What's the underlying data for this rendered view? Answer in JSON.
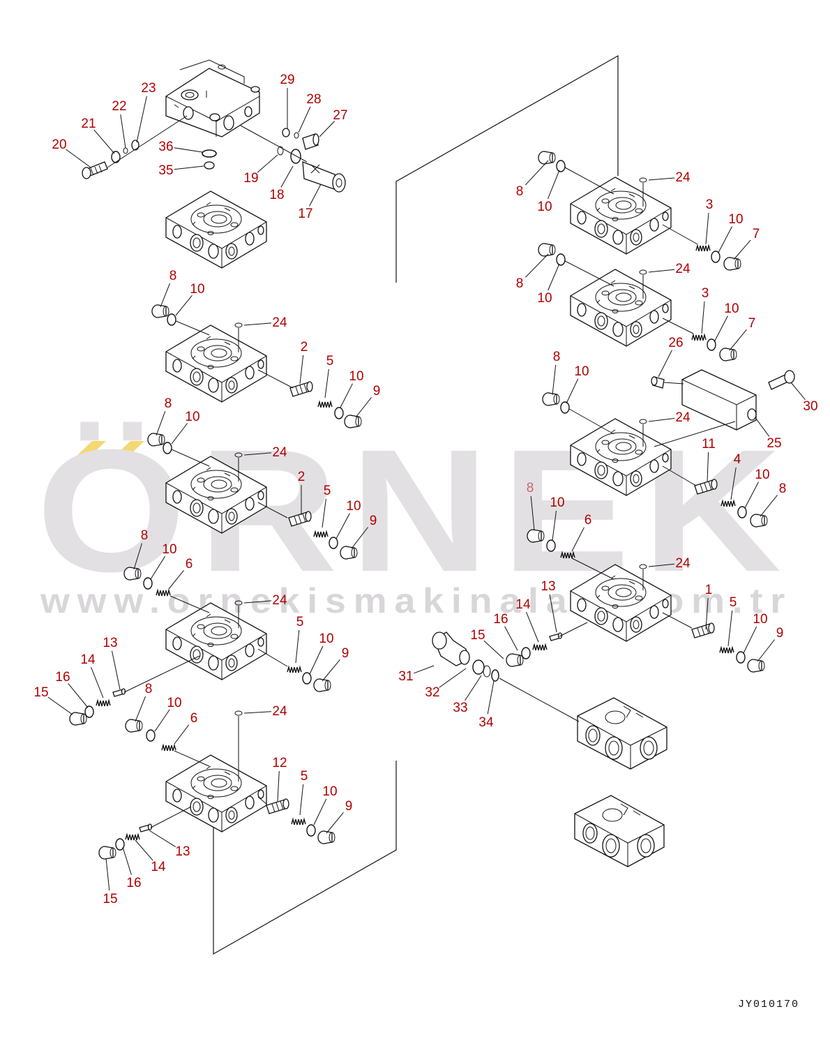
{
  "watermark": {
    "brand": "ÖRNEK",
    "url": "www.ornekismakinalari.com.tr",
    "accent_color": "#f5d873",
    "text_color": "#e0dde0"
  },
  "drawing_code": "JY010170",
  "label_color": "#b00000",
  "callouts": [
    {
      "id": "c01",
      "text": "23"
    },
    {
      "id": "c02",
      "text": "22"
    },
    {
      "id": "c03",
      "text": "21"
    },
    {
      "id": "c04",
      "text": "20"
    },
    {
      "id": "c05",
      "text": "36"
    },
    {
      "id": "c06",
      "text": "35"
    },
    {
      "id": "c07",
      "text": "29"
    },
    {
      "id": "c08",
      "text": "28"
    },
    {
      "id": "c09",
      "text": "27"
    },
    {
      "id": "c10",
      "text": "19"
    },
    {
      "id": "c11",
      "text": "18"
    },
    {
      "id": "c12",
      "text": "17"
    },
    {
      "id": "c13",
      "text": "8"
    },
    {
      "id": "c14",
      "text": "10"
    },
    {
      "id": "c15",
      "text": "24"
    },
    {
      "id": "c16",
      "text": "2"
    },
    {
      "id": "c17",
      "text": "5"
    },
    {
      "id": "c18",
      "text": "10"
    },
    {
      "id": "c19",
      "text": "9"
    },
    {
      "id": "c20",
      "text": "8"
    },
    {
      "id": "c21",
      "text": "10"
    },
    {
      "id": "c22",
      "text": "24"
    },
    {
      "id": "c23",
      "text": "2"
    },
    {
      "id": "c24",
      "text": "5"
    },
    {
      "id": "c25",
      "text": "10"
    },
    {
      "id": "c26",
      "text": "9"
    },
    {
      "id": "c27",
      "text": "8"
    },
    {
      "id": "c28",
      "text": "10"
    },
    {
      "id": "c29",
      "text": "6"
    },
    {
      "id": "c30",
      "text": "24"
    },
    {
      "id": "c31",
      "text": "5"
    },
    {
      "id": "c32",
      "text": "10"
    },
    {
      "id": "c33",
      "text": "9"
    },
    {
      "id": "c34",
      "text": "13"
    },
    {
      "id": "c35",
      "text": "14"
    },
    {
      "id": "c36",
      "text": "16"
    },
    {
      "id": "c37",
      "text": "15"
    },
    {
      "id": "c38",
      "text": "8"
    },
    {
      "id": "c39",
      "text": "10"
    },
    {
      "id": "c40",
      "text": "6"
    },
    {
      "id": "c41",
      "text": "24"
    },
    {
      "id": "c42",
      "text": "12"
    },
    {
      "id": "c43",
      "text": "5"
    },
    {
      "id": "c44",
      "text": "10"
    },
    {
      "id": "c45",
      "text": "9"
    },
    {
      "id": "c46",
      "text": "13"
    },
    {
      "id": "c47",
      "text": "14"
    },
    {
      "id": "c48",
      "text": "16"
    },
    {
      "id": "c49",
      "text": "15"
    },
    {
      "id": "c50",
      "text": "8"
    },
    {
      "id": "c51",
      "text": "10"
    },
    {
      "id": "c52",
      "text": "24"
    },
    {
      "id": "c53",
      "text": "3"
    },
    {
      "id": "c54",
      "text": "10"
    },
    {
      "id": "c55",
      "text": "7"
    },
    {
      "id": "c56",
      "text": "8"
    },
    {
      "id": "c57",
      "text": "10"
    },
    {
      "id": "c58",
      "text": "24"
    },
    {
      "id": "c59",
      "text": "3"
    },
    {
      "id": "c60",
      "text": "10"
    },
    {
      "id": "c61",
      "text": "7"
    },
    {
      "id": "c62",
      "text": "26"
    },
    {
      "id": "c63",
      "text": "30"
    },
    {
      "id": "c64",
      "text": "25"
    },
    {
      "id": "c65",
      "text": "8"
    },
    {
      "id": "c66",
      "text": "10"
    },
    {
      "id": "c67",
      "text": "24"
    },
    {
      "id": "c68",
      "text": "11"
    },
    {
      "id": "c69",
      "text": "4"
    },
    {
      "id": "c70",
      "text": "10"
    },
    {
      "id": "c71",
      "text": "8"
    },
    {
      "id": "c72",
      "text": "8"
    },
    {
      "id": "c73",
      "text": "10"
    },
    {
      "id": "c74",
      "text": "6"
    },
    {
      "id": "c75",
      "text": "24"
    },
    {
      "id": "c76",
      "text": "13"
    },
    {
      "id": "c77",
      "text": "14"
    },
    {
      "id": "c78",
      "text": "16"
    },
    {
      "id": "c79",
      "text": "15"
    },
    {
      "id": "c80",
      "text": "1"
    },
    {
      "id": "c81",
      "text": "5"
    },
    {
      "id": "c82",
      "text": "10"
    },
    {
      "id": "c83",
      "text": "9"
    },
    {
      "id": "c84",
      "text": "31"
    },
    {
      "id": "c85",
      "text": "32"
    },
    {
      "id": "c86",
      "text": "33"
    },
    {
      "id": "c87",
      "text": "34"
    }
  ]
}
